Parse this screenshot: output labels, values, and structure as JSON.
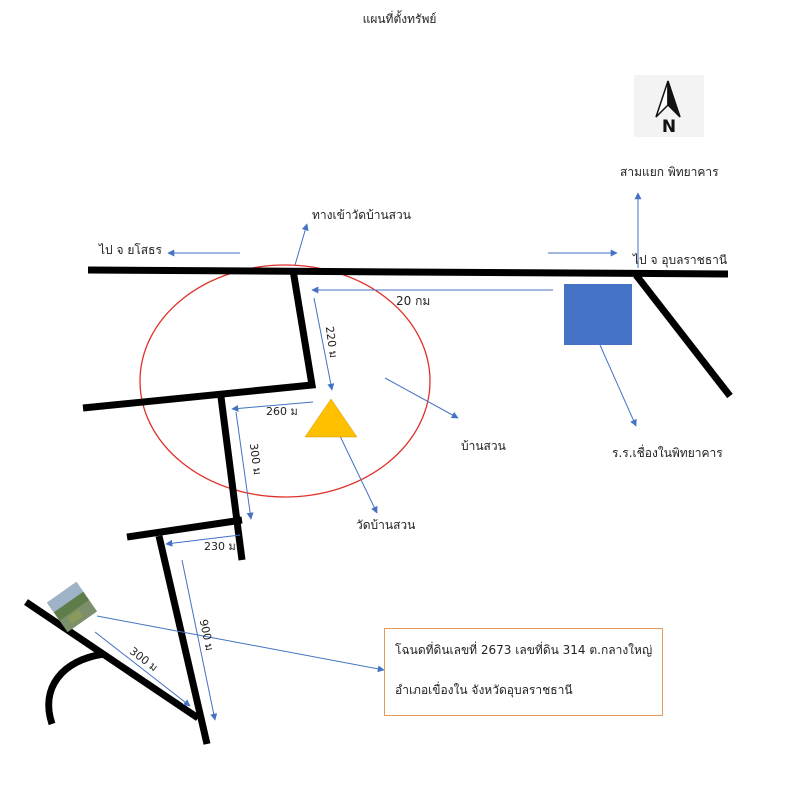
{
  "title": "แผนที่ตั้งทรัพย์",
  "compass": {
    "letter": "N"
  },
  "labels": {
    "junction": "สามแยก พิทยาคาร",
    "temple_entrance": "ทางเข้าวัดบ้านสวน",
    "to_yasothon": "ไป จ ยโสธร",
    "to_ubon": "ไป จ อุบลราชธานี",
    "dist_20km": "20 กม",
    "village": "บ้านสวน",
    "school": "ร.ร.เชื่องในพิทยาคาร",
    "temple": "วัดบ้านสวน"
  },
  "distances": {
    "d220": "220 ม",
    "d260": "260 ม",
    "d300a": "300 ม",
    "d230": "230 ม",
    "d900": "900 ม",
    "d300b": "300 ม"
  },
  "note": {
    "line1": "โฉนดที่ดินเลขที่ 2673 เลขที่ดิน 314 ต.กลางใหญ่",
    "line2": "อำเภอเขื่องใน จังหวัดอุบลราชธานี"
  },
  "colors": {
    "road": "#000000",
    "arrow": "#4472c4",
    "circle": "#e0302a",
    "school_square": "#4472c4",
    "temple_triangle": "#ffc000",
    "note_border": "#e39a5a"
  }
}
